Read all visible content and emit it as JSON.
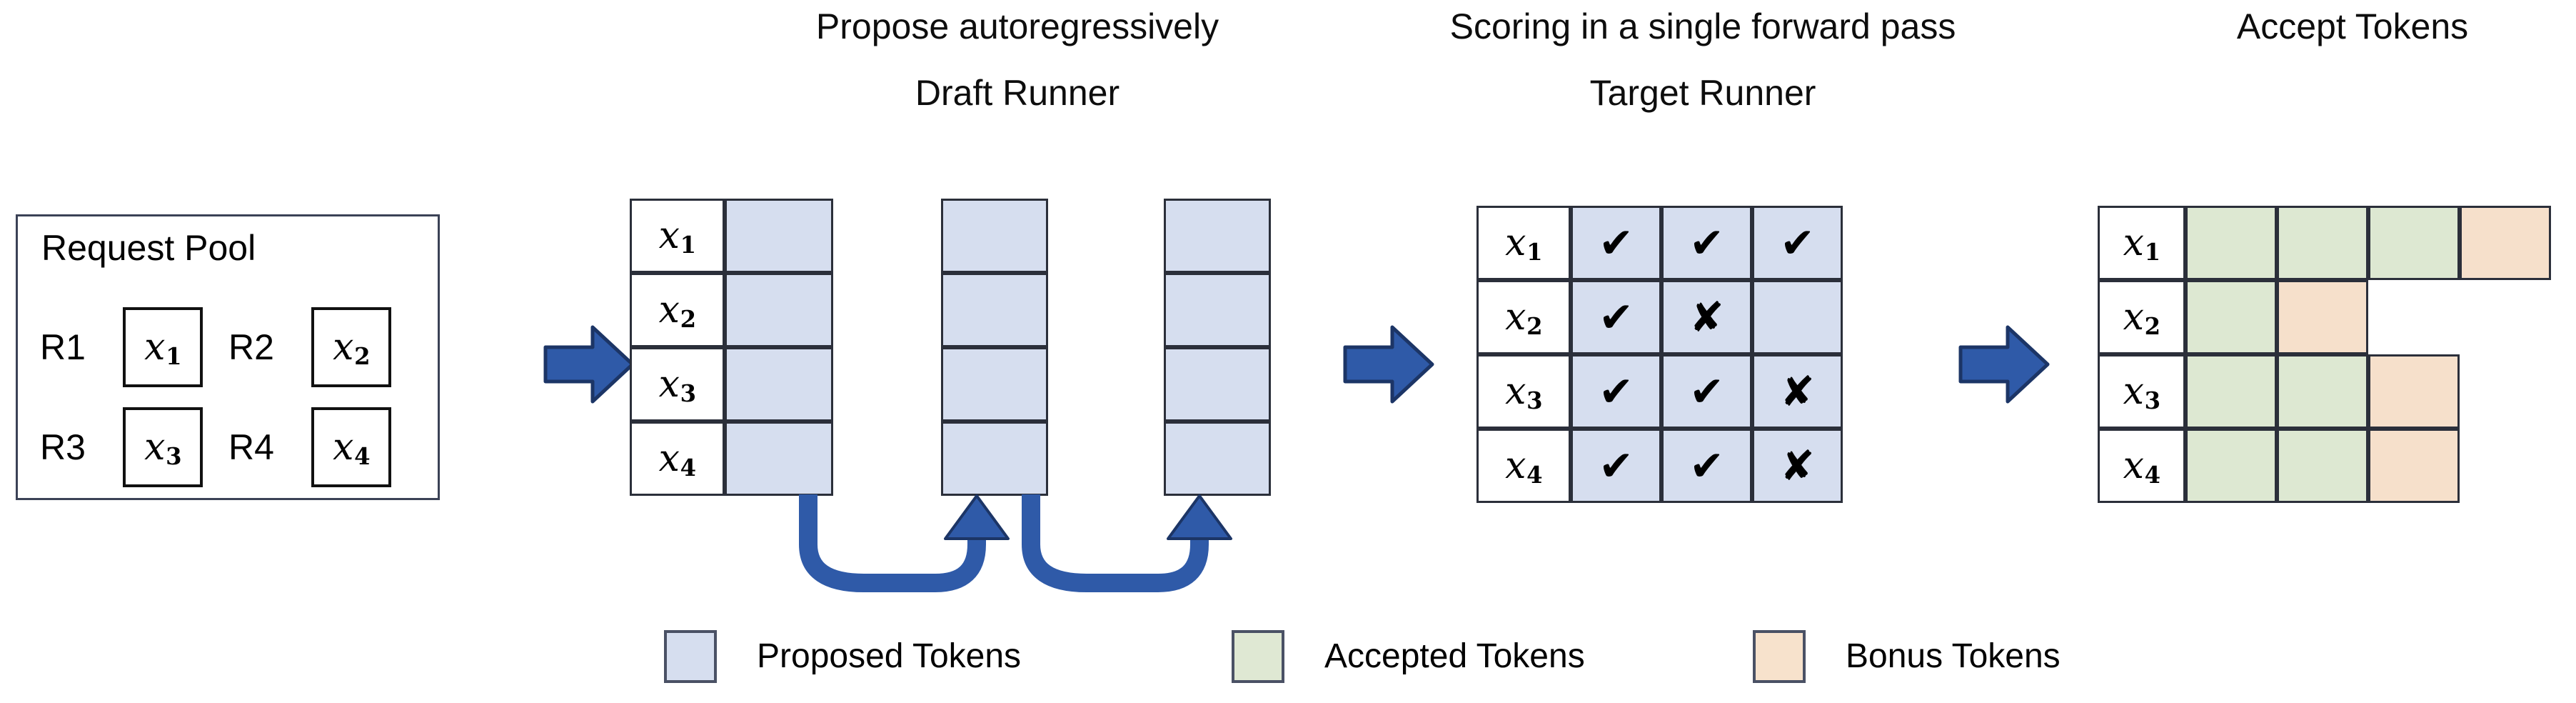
{
  "headings": {
    "propose": "Propose autoregressively",
    "draft_runner": "Draft Runner",
    "scoring": "Scoring in a single forward pass",
    "target_runner": "Target Runner",
    "accept": "Accept Tokens"
  },
  "request_pool": {
    "title": "Request Pool",
    "requests": [
      {
        "label": "R1",
        "token": "x",
        "sub": "1"
      },
      {
        "label": "R2",
        "token": "x",
        "sub": "2"
      },
      {
        "label": "R3",
        "token": "x",
        "sub": "3"
      },
      {
        "label": "R4",
        "token": "x",
        "sub": "4"
      }
    ]
  },
  "draft_runner": {
    "row_labels": [
      {
        "token": "x",
        "sub": "1"
      },
      {
        "token": "x",
        "sub": "2"
      },
      {
        "token": "x",
        "sub": "3"
      },
      {
        "token": "x",
        "sub": "4"
      }
    ],
    "step_count": 3,
    "cell_state": "proposed"
  },
  "target_runner": {
    "row_labels": [
      {
        "token": "x",
        "sub": "1"
      },
      {
        "token": "x",
        "sub": "2"
      },
      {
        "token": "x",
        "sub": "3"
      },
      {
        "token": "x",
        "sub": "4"
      }
    ],
    "marks": [
      [
        "check",
        "check",
        "check"
      ],
      [
        "check",
        "cross",
        ""
      ],
      [
        "check",
        "check",
        "cross"
      ],
      [
        "check",
        "check",
        "cross"
      ]
    ],
    "glyphs": {
      "check": "✔",
      "cross": "✘"
    }
  },
  "accept_tokens": {
    "row_labels": [
      {
        "token": "x",
        "sub": "1"
      },
      {
        "token": "x",
        "sub": "2"
      },
      {
        "token": "x",
        "sub": "3"
      },
      {
        "token": "x",
        "sub": "4"
      }
    ],
    "rows": [
      [
        "accepted",
        "accepted",
        "accepted",
        "bonus"
      ],
      [
        "accepted",
        "bonus",
        "",
        ""
      ],
      [
        "accepted",
        "accepted",
        "bonus",
        ""
      ],
      [
        "accepted",
        "accepted",
        "bonus",
        ""
      ]
    ]
  },
  "legend": [
    {
      "kind": "proposed",
      "label": "Proposed Tokens",
      "color": "#d6deef"
    },
    {
      "kind": "accepted",
      "label": "Accepted Tokens",
      "color": "#dfe8d3"
    },
    {
      "kind": "bonus",
      "label": "Bonus Tokens",
      "color": "#f7e2cc"
    }
  ],
  "colors": {
    "arrow_blue": "#2f5aa8",
    "proposed": "#d6deef",
    "accepted": "#dde8d2",
    "bonus": "#f6e0cb",
    "border": "#2b2f3a"
  }
}
